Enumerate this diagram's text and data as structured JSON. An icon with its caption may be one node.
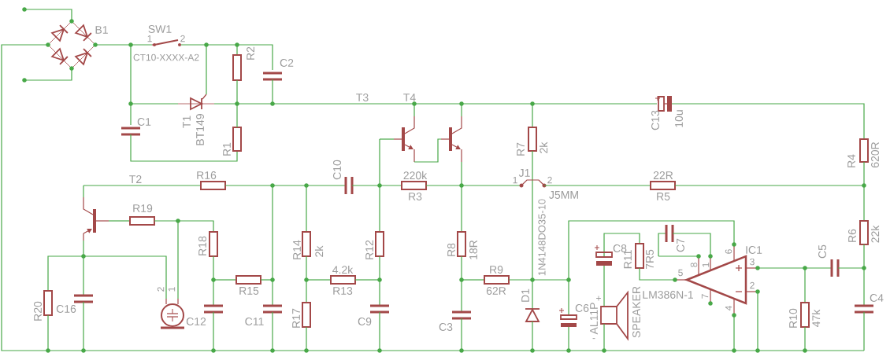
{
  "diagram": {
    "labels": [
      "B1",
      "SW1",
      "1",
      "2",
      "CT10-XXXX-A2",
      "R2",
      "C2",
      "T3",
      "T4",
      "C1",
      "T1",
      "BT149",
      "C13",
      "10u",
      "R1",
      "R7",
      "2k",
      "R4",
      "620R",
      "T2",
      "R16",
      "C10",
      "220k",
      "1",
      "J1",
      "2",
      "22R",
      "R3",
      "J5MM",
      "R5",
      "R19",
      "R18",
      "R14",
      "2k",
      "R12",
      "R8",
      "18R",
      "1N4148DO35-10",
      "C8",
      "R11",
      "7R5",
      "C7",
      "8",
      "1",
      "6",
      "3",
      "IC1",
      "C5",
      "R6",
      "22k",
      "4.2k",
      "R9",
      "5",
      "2",
      "1",
      "R15",
      "R13",
      "62R",
      "2",
      "D1",
      "+",
      "LM386N-1",
      "7",
      "C4",
      "R20",
      "C16",
      "C6",
      "SPEAKER",
      "4",
      "C12",
      "C11",
      "R17",
      "C9",
      "C3",
      "AL11P",
      "R10",
      "47k",
      "-"
    ]
  }
}
